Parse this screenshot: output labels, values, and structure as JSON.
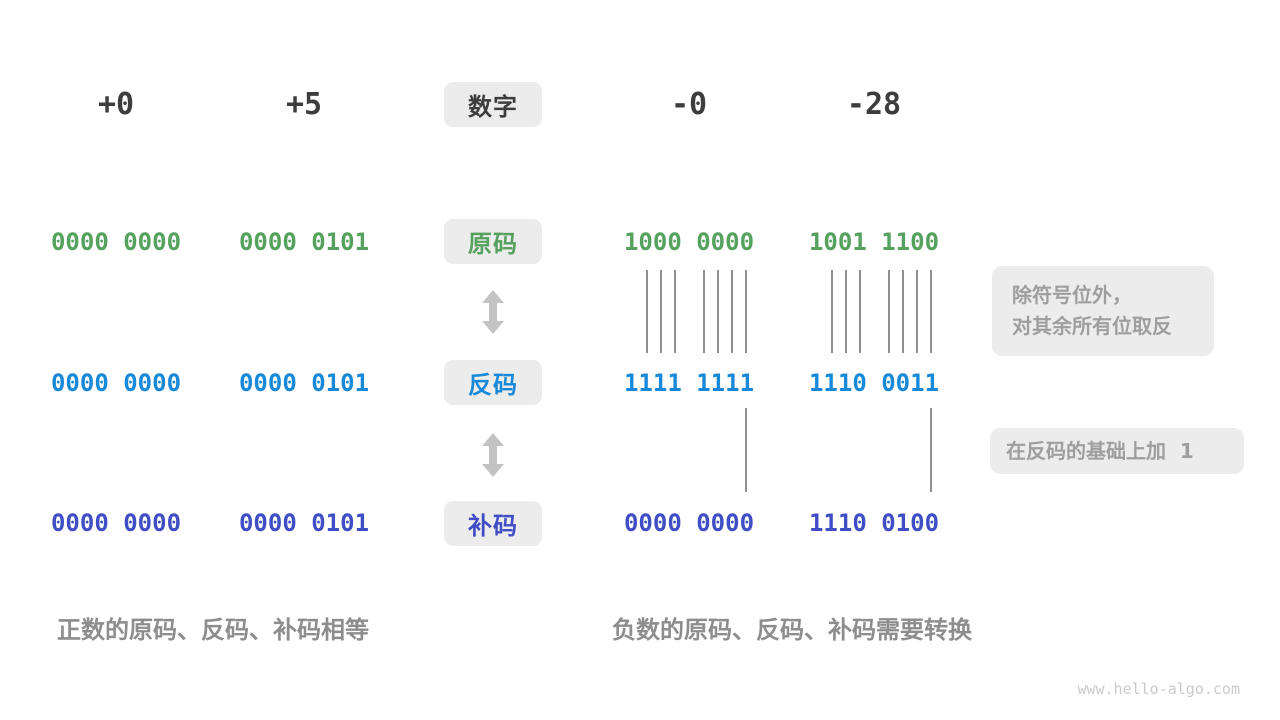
{
  "diagram": {
    "title_badge": "数字",
    "columns": [
      {
        "label": "+0",
        "sign_magnitude": "0000 0000",
        "ones_complement": "0000 0000",
        "twos_complement": "0000 0000"
      },
      {
        "label": "+5",
        "sign_magnitude": "0000 0101",
        "ones_complement": "0000 0101",
        "twos_complement": "0000 0101"
      },
      {
        "label": "-0",
        "sign_magnitude": "1000 0000",
        "ones_complement": "1111 1111",
        "twos_complement": "0000 0000"
      },
      {
        "label": "-28",
        "sign_magnitude": "1001 1100",
        "ones_complement": "1110 0011",
        "twos_complement": "1110 0100"
      }
    ],
    "row_badges": {
      "sign_magnitude": "原码",
      "ones_complement": "反码",
      "twos_complement": "补码"
    },
    "annotations": {
      "flip_line1": "除符号位外，",
      "flip_line2": "对其余所有位取反",
      "plus_one": "在反码的基础上加  1"
    },
    "captions": {
      "positive": "正数的原码、反码、补码相等",
      "negative": "负数的原码、反码、补码需要转换"
    },
    "watermark": "www.hello-algo.com",
    "colors": {
      "sign_magnitude": "#55a15e",
      "ones_complement": "#1789d8",
      "twos_complement": "#3f4ec4",
      "number_text": "#3d3d3d",
      "badge_background": "#ececec",
      "annotation_text": "#9e9e9e",
      "caption_text": "#8d8d8d",
      "connector_line": "#8f8f8f",
      "arrow": "#c3c3c3"
    }
  }
}
